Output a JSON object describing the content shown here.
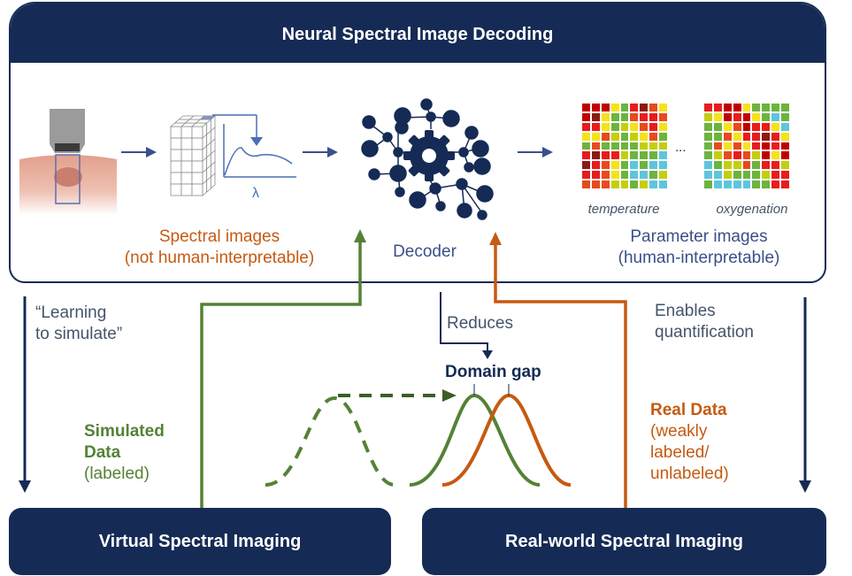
{
  "header": {
    "title": "Neural Spectral Image Decoding"
  },
  "top_panel": {
    "spectral_images_label": [
      "Spectral images",
      "(not human-interpretable)"
    ],
    "lambda_symbol": "λ",
    "decoder_label": "Decoder",
    "ellipsis": "...",
    "parameter_images": [
      {
        "name": "temperature"
      },
      {
        "name": "oxygenation"
      }
    ],
    "parameter_images_label": [
      "Parameter images",
      "(human-interpretable)"
    ]
  },
  "middle": {
    "learning_to_simulate": [
      "“Learning",
      "to simulate”"
    ],
    "reduces": "Reduces",
    "domain_gap": "Domain gap",
    "enables_quantification": [
      "Enables",
      "quantification"
    ],
    "simulated_data": {
      "title": [
        "Simulated",
        "Data"
      ],
      "note": "(labeled)"
    },
    "real_data": {
      "title": "Real Data",
      "note": [
        "(weakly",
        "labeled/",
        "unlabeled)"
      ]
    }
  },
  "bottom": {
    "left_box": "Virtual Spectral Imaging",
    "right_box": "Real-world Spectral Imaging"
  },
  "colors": {
    "navy": "#152b55",
    "green": "#548235",
    "orange": "#c55a11",
    "heat_palette": [
      "#c00000",
      "#e81c1c",
      "#8b1a12",
      "#e84a1c",
      "#f5e31a",
      "#c3cf0c",
      "#6db33f",
      "#5ec5dd"
    ]
  },
  "heatmaps": {
    "temperature": [
      [
        0,
        0,
        0,
        4,
        6,
        1,
        2,
        3,
        4
      ],
      [
        0,
        2,
        4,
        6,
        6,
        3,
        1,
        1,
        3
      ],
      [
        1,
        1,
        4,
        6,
        5,
        4,
        3,
        1,
        4
      ],
      [
        4,
        4,
        3,
        5,
        6,
        5,
        4,
        3,
        6
      ],
      [
        6,
        3,
        6,
        6,
        6,
        6,
        5,
        5,
        5
      ],
      [
        1,
        2,
        1,
        1,
        5,
        6,
        6,
        6,
        7
      ],
      [
        2,
        1,
        3,
        4,
        6,
        7,
        6,
        7,
        7
      ],
      [
        1,
        1,
        3,
        4,
        6,
        7,
        7,
        6,
        5
      ],
      [
        3,
        3,
        3,
        5,
        5,
        6,
        5,
        7,
        7
      ]
    ],
    "oxygenation": [
      [
        1,
        1,
        0,
        0,
        4,
        6,
        6,
        6,
        6
      ],
      [
        5,
        4,
        0,
        1,
        0,
        4,
        6,
        7,
        6
      ],
      [
        6,
        6,
        4,
        3,
        0,
        1,
        1,
        4,
        7
      ],
      [
        6,
        6,
        3,
        4,
        1,
        1,
        2,
        1,
        4
      ],
      [
        6,
        3,
        4,
        3,
        4,
        1,
        0,
        1,
        0
      ],
      [
        6,
        5,
        3,
        1,
        3,
        5,
        0,
        4,
        0
      ],
      [
        7,
        6,
        5,
        5,
        3,
        6,
        1,
        1,
        5
      ],
      [
        7,
        7,
        5,
        6,
        6,
        6,
        5,
        1,
        1
      ],
      [
        6,
        7,
        7,
        7,
        7,
        6,
        6,
        1,
        1
      ]
    ]
  }
}
